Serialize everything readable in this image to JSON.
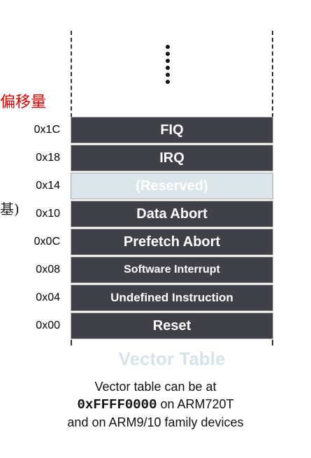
{
  "offset_label": "偏移量",
  "partial_label": "基)",
  "vectors": [
    {
      "addr": "0x1C",
      "label": "FIQ",
      "reserved": false,
      "size": 20
    },
    {
      "addr": "0x18",
      "label": "IRQ",
      "reserved": false,
      "size": 20
    },
    {
      "addr": "0x14",
      "label": "(Reserved)",
      "reserved": true,
      "size": 20
    },
    {
      "addr": "0x10",
      "label": "Data Abort",
      "reserved": false,
      "size": 20
    },
    {
      "addr": "0x0C",
      "label": "Prefetch Abort",
      "reserved": false,
      "size": 20
    },
    {
      "addr": "0x08",
      "label": "Software Interrupt",
      "reserved": false,
      "size": 16
    },
    {
      "addr": "0x04",
      "label": "Undefined Instruction",
      "reserved": false,
      "size": 17
    },
    {
      "addr": "0x00",
      "label": "Reset",
      "reserved": false,
      "size": 20
    }
  ],
  "table_title": "Vector Table",
  "caption": {
    "line1": "Vector table can be at",
    "address": "0xFFFF0000",
    "line2_suffix": " on ARM720T",
    "line3": "and on ARM9/10 family devices"
  }
}
